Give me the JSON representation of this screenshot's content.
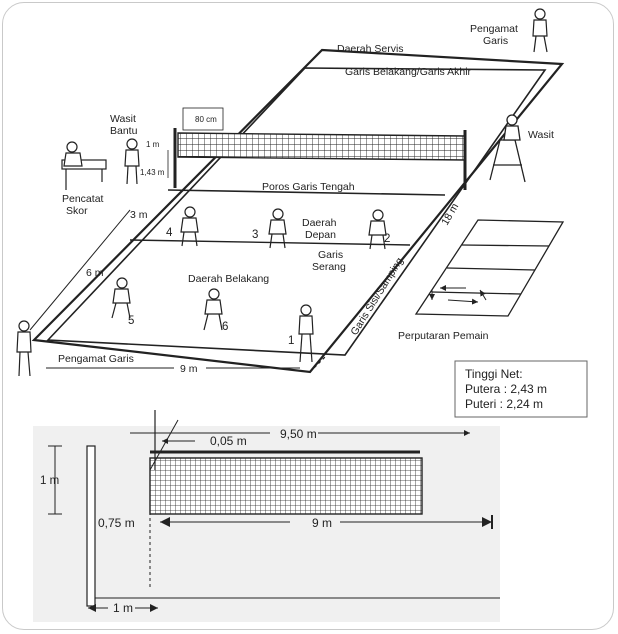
{
  "court": {
    "daerah_servis": "Daerah Servis",
    "garis_belakang": "Garis Belakang/Garis Akhir",
    "pengamat_garis_top_line1": "Pengamat",
    "pengamat_garis_top_line2": "Garis",
    "wasit_bantu_line1": "Wasit",
    "wasit_bantu_line2": "Bantu",
    "pencatat_skor_line1": "Pencatat",
    "pencatat_skor_line2": "Skor",
    "wasit": "Wasit",
    "net_80cm": "80 cm",
    "net_1m": "1 m",
    "net_143m": "1,43 m",
    "poros_garis_tengah": "Poros Garis Tengah",
    "daerah_depan_line1": "Daerah",
    "daerah_depan_line2": "Depan",
    "garis_serang_line1": "Garis",
    "garis_serang_line2": "Serang",
    "daerah_belakang": "Daerah Belakang",
    "garis_sisi": "Garis Sisi/Samping",
    "dim_3m": "3 m",
    "dim_6m": "6 m",
    "dim_18m": "18 m",
    "dim_9m": "9 m",
    "perputaran_pemain": "Perputaran Pemain",
    "pengamat_garis_bottom": "Pengamat Garis",
    "positions": [
      "1",
      "2",
      "3",
      "4",
      "5",
      "6"
    ]
  },
  "net_height": {
    "title": "Tinggi Net:",
    "putera": "Putera   : 2,43 m",
    "puteri": "Puteri    : 2,24 m"
  },
  "net_detail": {
    "dim_005m": "0,05 m",
    "dim_950m": "9,50 m",
    "dim_1m_height": "1 m",
    "dim_075m": "0,75 m",
    "dim_9m": "9 m",
    "dim_1m_width": "1 m"
  }
}
